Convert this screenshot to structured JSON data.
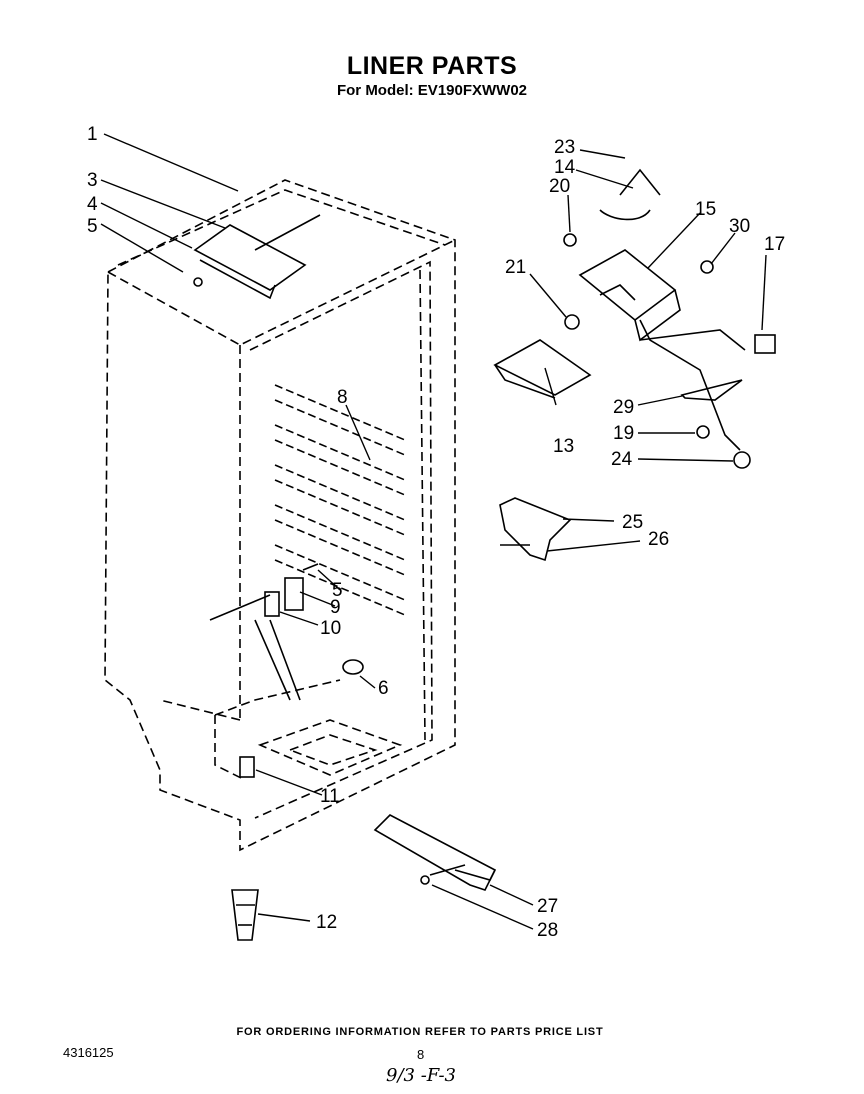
{
  "header": {
    "title": "LINER PARTS",
    "subtitle": "For Model: EV190FXWW02"
  },
  "callouts": [
    {
      "id": "c1",
      "label": "1"
    },
    {
      "id": "c3",
      "label": "3"
    },
    {
      "id": "c4",
      "label": "4"
    },
    {
      "id": "c5a",
      "label": "5"
    },
    {
      "id": "c23",
      "label": "23"
    },
    {
      "id": "c14",
      "label": "14"
    },
    {
      "id": "c20",
      "label": "20"
    },
    {
      "id": "c15",
      "label": "15"
    },
    {
      "id": "c30",
      "label": "30"
    },
    {
      "id": "c17",
      "label": "17"
    },
    {
      "id": "c21",
      "label": "21"
    },
    {
      "id": "c13",
      "label": "13"
    },
    {
      "id": "c29",
      "label": "29"
    },
    {
      "id": "c19",
      "label": "19"
    },
    {
      "id": "c24",
      "label": "24"
    },
    {
      "id": "c8",
      "label": "8"
    },
    {
      "id": "c25",
      "label": "25"
    },
    {
      "id": "c26",
      "label": "26"
    },
    {
      "id": "c5b",
      "label": "5"
    },
    {
      "id": "c9",
      "label": "9"
    },
    {
      "id": "c10",
      "label": "10"
    },
    {
      "id": "c6",
      "label": "6"
    },
    {
      "id": "c11",
      "label": "11"
    },
    {
      "id": "c27",
      "label": "27"
    },
    {
      "id": "c28",
      "label": "28"
    },
    {
      "id": "c12",
      "label": "12"
    }
  ],
  "footer": {
    "note": "FOR ORDERING INFORMATION REFER TO PARTS PRICE LIST",
    "doc_number": "4316125",
    "page_number": "8",
    "handwritten": "9/3 -F-3"
  }
}
